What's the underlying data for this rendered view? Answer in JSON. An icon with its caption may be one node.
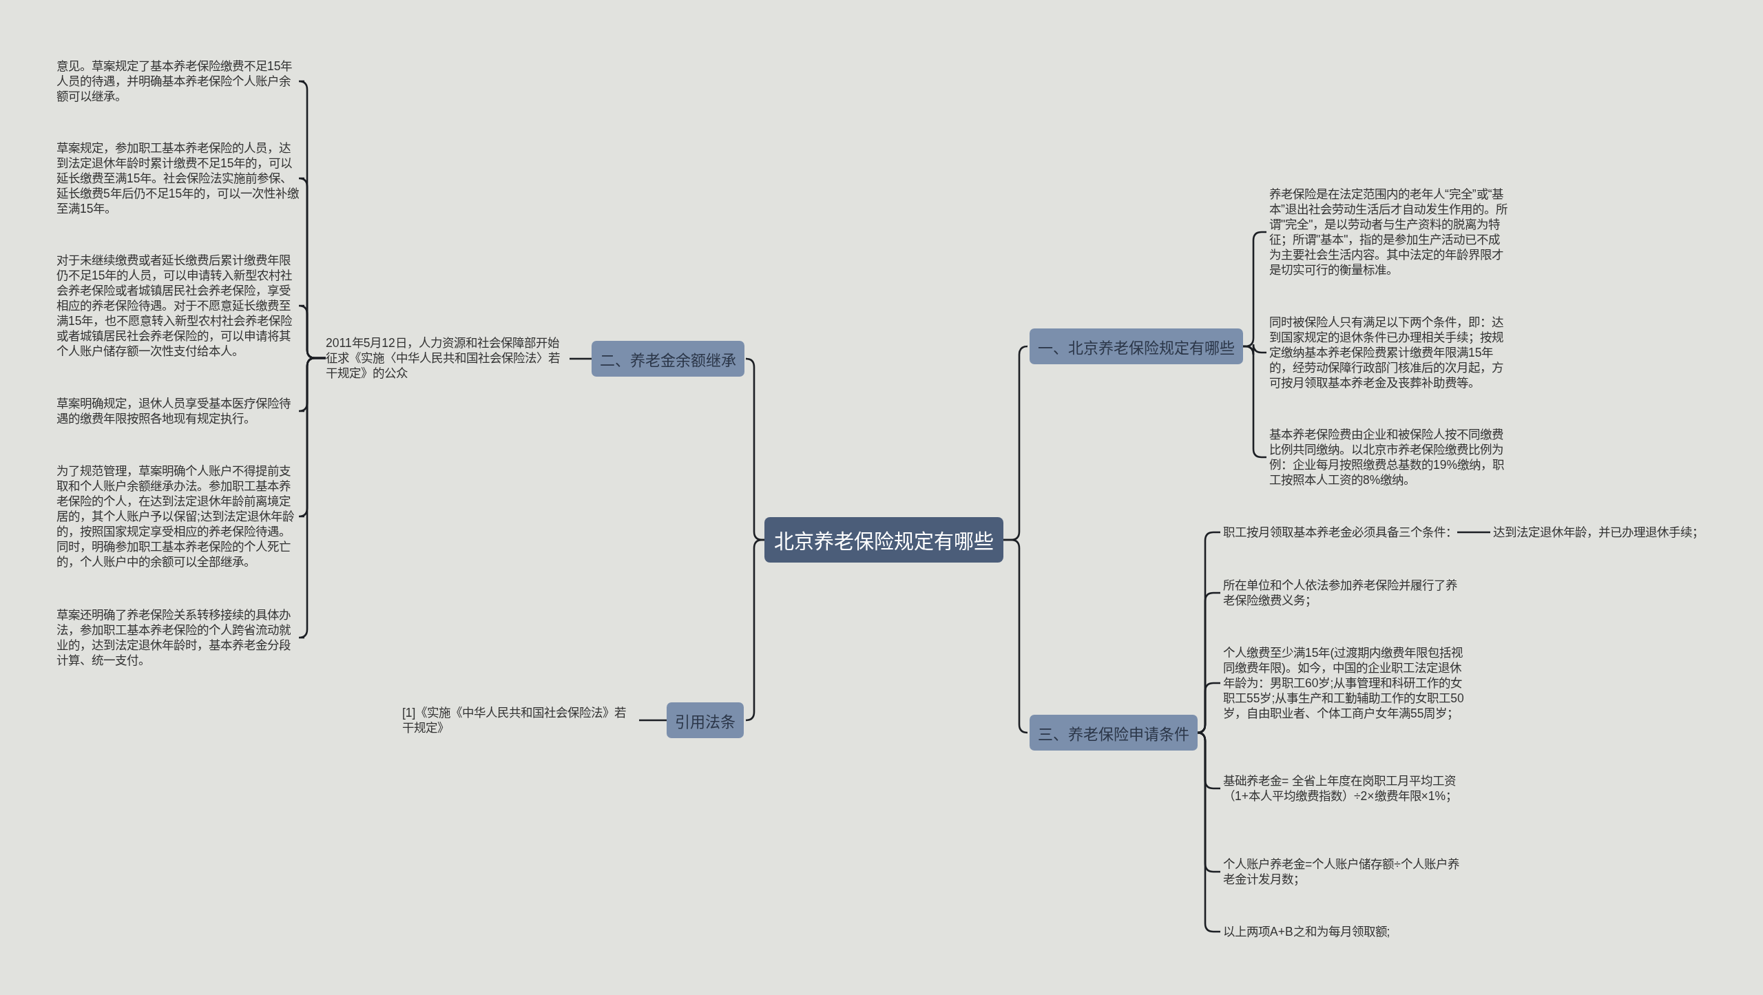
{
  "diagram": {
    "nodes": [
      {
        "text": [
          "北京养老保险规定有哪些"
        ]
      },
      {
        "text": [
          "一、北京养老保险规定有哪些"
        ]
      },
      {
        "text": [
          "养老保险是在法定范围内的老年人“完全”或“基本”退出社会劳动生活后才自动发生作用的。所谓\"完全\"，是以劳动者与生产资料的脱离为特征；所谓\"基本\"，指的是参加生产活动已不成为主要社会生活内容。其中法定的年龄界限才是切实可行的衡量标准。"
        ]
      },
      {
        "text": [
          "同时被保险人只有满足以下两个条件，即：达到国家规定的退休条件已办理相关手续；按规定缴纳基本养老保险费累计缴费年限满15年的，经劳动保障行政部门核准后的次月起，方可按月领取基本养老金及丧葬补助费等。"
        ]
      },
      {
        "text": [
          "基本养老保险费由企业和被保险人按不同缴费比例共同缴纳。以北京市养老保险缴费比例为例：企业每月按照缴费总基数的19%缴纳，职工按照本人工资的8%缴纳。"
        ]
      },
      {
        "text": [
          "二、养老金余额继承"
        ]
      },
      {
        "text": [
          "2011年5月12日，人力资源和社会保障部开始征求《实施〈中华人民共和国社会保险法〉若干规定》的公众"
        ]
      },
      {
        "text": [
          "意见。草案规定了基本养老保险缴费不足15年人员的待遇，并明确基本养老保险个人账户余额可以继承。"
        ]
      },
      {
        "text": [
          "草案规定，参加职工基本养老保险的人员，达到法定退休年龄时累计缴费不足15年的，可以延长缴费至满15年。社会保险法实施前参保、延长缴费5年后仍不足15年的，可以一次性补缴至满15年。"
        ]
      },
      {
        "text": [
          "对于未继续缴费或者延长缴费后累计缴费年限仍不足15年的人员，可以申请转入新型农村社会养老保险或者城镇居民社会养老保险，享受相应的养老保险待遇。对于不愿意延长缴费至满15年，也不愿意转入新型农村社会养老保险或者城镇居民社会养老保险的，可以申请将其个人账户储存额一次性支付给本人。"
        ]
      },
      {
        "text": [
          "草案明确规定，退休人员享受基本医疗保险待遇的缴费年限按照各地现有规定执行。"
        ]
      },
      {
        "text": [
          "为了规范管理，草案明确个人账户不得提前支取和个人账户余额继承办法。参加职工基本养老保险的个人，在达到法定退休年龄前离境定居的，其个人账户予以保留;达到法定退休年龄的，按照国家规定享受相应的养老保险待遇。同时，明确参加职工基本养老保险的个人死亡的，个人账户中的余额可以全部继承。"
        ]
      },
      {
        "text": [
          "草案还明确了养老保险关系转移接续的具体办法，参加职工基本养老保险的个人跨省流动就业的，达到法定退休年龄时，基本养老金分段计算、统一支付。"
        ]
      },
      {
        "text": [
          "三、养老保险申请条件"
        ]
      },
      {
        "text": [
          "职工按月领取基本养老金必须具备三个条件："
        ]
      },
      {
        "text": [
          "达到法定退休年龄，并已办理退休手续；"
        ]
      },
      {
        "text": [
          "所在单位和个人依法参加养老保险并履行了养老保险缴费义务；"
        ]
      },
      {
        "text": [
          "个人缴费至少满15年(过渡期内缴费年限包括视同缴费年限)。如今，中国的企业职工法定退休年龄为：男职工60岁;从事管理和科研工作的女职工55岁;从事生产和工勤辅助工作的女职工50岁，自由职业者、个体工商户女年满55周岁；"
        ]
      },
      {
        "text": [
          "基础养老金= 全省上年度在岗职工月平均工资（1+本人平均缴费指数）÷2×缴费年限×1%；"
        ]
      },
      {
        "text": [
          "个人账户养老金=个人账户储存额÷个人账户养老金计发月数；"
        ]
      },
      {
        "text": [
          "以上两项A+B之和为每月领取额;"
        ]
      },
      {
        "text": [
          "引用法条"
        ]
      },
      {
        "text": [
          "[1]《实施《中华人民共和国社会保险法》若干规定》"
        ]
      }
    ],
    "edges": [
      {
        "from": 0,
        "to": 1,
        "arrow": "none"
      },
      {
        "from": 0,
        "to": 5,
        "arrow": "none"
      },
      {
        "from": 0,
        "to": 13,
        "arrow": "none"
      },
      {
        "from": 0,
        "to": 21,
        "arrow": "none"
      },
      {
        "from": 1,
        "to": 2,
        "arrow": "none"
      },
      {
        "from": 1,
        "to": 3,
        "arrow": "none"
      },
      {
        "from": 1,
        "to": 4,
        "arrow": "none"
      },
      {
        "from": 5,
        "to": 6,
        "arrow": "none"
      },
      {
        "from": 6,
        "to": 7,
        "arrow": "none"
      },
      {
        "from": 6,
        "to": 8,
        "arrow": "none"
      },
      {
        "from": 6,
        "to": 9,
        "arrow": "none"
      },
      {
        "from": 6,
        "to": 10,
        "arrow": "none"
      },
      {
        "from": 6,
        "to": 11,
        "arrow": "none"
      },
      {
        "from": 6,
        "to": 12,
        "arrow": "none"
      },
      {
        "from": 13,
        "to": 14,
        "arrow": "none"
      },
      {
        "from": 14,
        "to": 15,
        "arrow": "none"
      },
      {
        "from": 13,
        "to": 16,
        "arrow": "none"
      },
      {
        "from": 13,
        "to": 17,
        "arrow": "none"
      },
      {
        "from": 13,
        "to": 18,
        "arrow": "none"
      },
      {
        "from": 13,
        "to": 19,
        "arrow": "none"
      },
      {
        "from": 13,
        "to": 20,
        "arrow": "none"
      },
      {
        "from": 21,
        "to": 22,
        "arrow": "none"
      }
    ]
  }
}
